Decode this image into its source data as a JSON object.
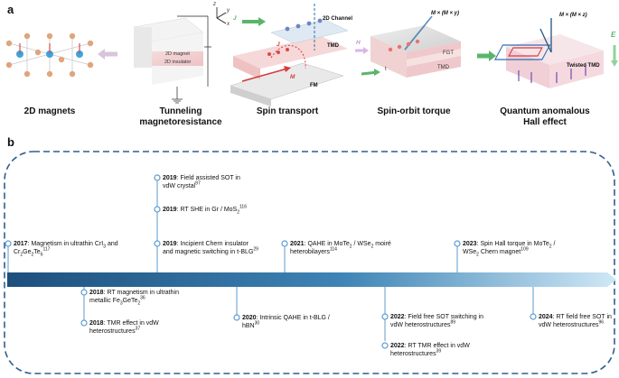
{
  "panel_a": {
    "letter": "a",
    "captions": {
      "magnets": "2D magnets",
      "tmr": "Tunneling magnetoresistance",
      "spin_transport": "Spin transport",
      "sot": "Spin-orbit torque",
      "qahe": "Quantum anomalous Hall effect"
    },
    "labels": {
      "magnet_layer": "2D magnet",
      "insulator_layer": "2D insulator",
      "channel": "2D Channel",
      "tmd": "TMD",
      "fm": "FM",
      "js": "J",
      "j": "J",
      "m": "M",
      "axis_z": "z",
      "axis_y": "y",
      "axis_x": "x",
      "h": "H",
      "sot_vec": "M × (M × y)",
      "fgt": "FGT",
      "tmd2": "TMD",
      "t": "t",
      "qahe_vec": "M × (M × z)",
      "twisted": "Twisted TMD",
      "e": "E"
    },
    "colors": {
      "green_arrow": "#5ab56a",
      "pink": "#f2c6c8",
      "red": "#d93a3a",
      "blue": "#2f5f8a",
      "purple": "#6a4fb3"
    }
  },
  "panel_b": {
    "letter": "b",
    "top_events": [
      {
        "year": "2017",
        "text": ": Magnetism in ultrathin CrI",
        "sub": "3",
        "text2": " and Cr",
        "sub2": "2",
        "text3": "Ge",
        "sub3": "2",
        "text4": "Te",
        "sub4": "6",
        "sup": "117"
      },
      {
        "year": "2019",
        "text": ": Field assisted SOT in vdW crystal",
        "sup": "97"
      },
      {
        "year": "2019",
        "text": ": RT SHE  in Gr / MoS",
        "sub": "2",
        "sup": "116"
      },
      {
        "year": "2019",
        "text": ": Incipient Chern insulator and magnetic switching in t-BLG",
        "sup": "29"
      },
      {
        "year": "2021",
        "text": ":  QAHE  in MoTe",
        "sub": "2",
        "text2": " / WSe",
        "sub2": "2",
        "text3": " moiré heterobilayers",
        "sup": "114"
      },
      {
        "year": "2023",
        "text": ": Spin Hall torque in MoTe",
        "sub": "2",
        "text2": " / WSe",
        "sub2": "2",
        "text3": " Chern magnet",
        "sup": "109"
      }
    ],
    "bottom_events": [
      {
        "year": "2018",
        "text": ": RT magnetism in ultrathin metallic Fe",
        "sub": "3",
        "text2": "GeTe",
        "sub2": "2",
        "sup": "36"
      },
      {
        "year": "2018",
        "text": ": TMR effect in vdW heterostructures",
        "sup": "37"
      },
      {
        "year": "2020",
        "text": ": Intrinsic QAHE in t-BLG / hBN",
        "sup": "30"
      },
      {
        "year": "2022",
        "text": ": Field free SOT switching in vdW heterostructures",
        "sup": "89"
      },
      {
        "year": "2022",
        "text": ": RT TMR effect in vdW heterostructures",
        "sup": "39"
      },
      {
        "year": "2024",
        "text": ": RT field free SOT in vdW heterostructures",
        "sup": "96"
      }
    ],
    "colors": {
      "timeline_start": "#1d4f7d",
      "timeline_end": "#cfe8f6",
      "border": "#2e5f8f",
      "node": "#5b9bd0"
    }
  }
}
